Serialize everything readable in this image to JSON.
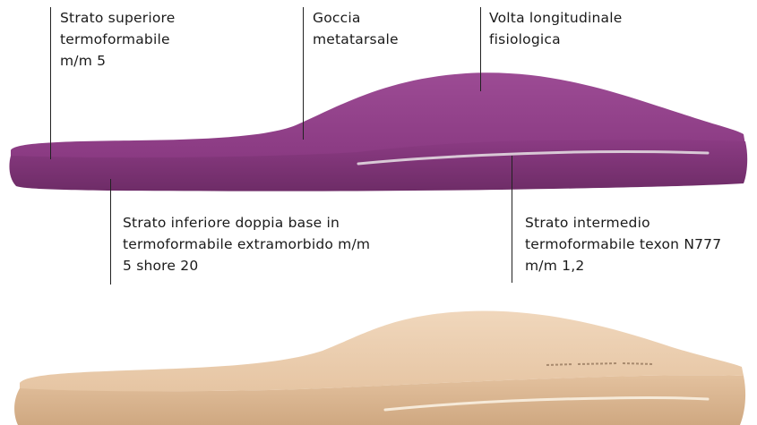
{
  "callouts": {
    "top_layer": "Strato superiore\ntermoformabile\nm/m 5",
    "metatarsal_drop": "Goccia\nmetatarsale",
    "arch": "Volta longitudinale\nfisiologica",
    "bottom_layer": "Strato inferiore doppia base in\ntermoformabile extramorbido m/m\n5 shore 20",
    "middle_layer": "Strato intermedio\ntermoformabile texon N777\nm/m 1,2"
  },
  "colors": {
    "purple_insole": "#8c3c84",
    "purple_dark": "#6a2a63",
    "beige_insole": "#e8c9a8",
    "beige_dark": "#c9a27e",
    "leader_line": "#222222"
  },
  "images": {
    "purple_insole": "purple-insole-side-view",
    "beige_insole": "beige-insole-side-view"
  }
}
